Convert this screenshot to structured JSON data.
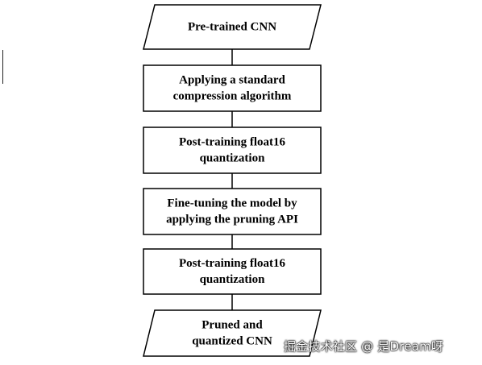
{
  "diagram": {
    "nodes": [
      {
        "id": "n1",
        "shape": "parallelogram",
        "lines": [
          "Pre-trained CNN"
        ]
      },
      {
        "id": "n2",
        "shape": "rect",
        "lines": [
          "Applying a standard",
          "compression algorithm"
        ]
      },
      {
        "id": "n3",
        "shape": "rect",
        "lines": [
          "Post-training float16",
          "quantization"
        ]
      },
      {
        "id": "n4",
        "shape": "rect",
        "lines": [
          "Fine-tuning the model by",
          "applying the pruning API"
        ]
      },
      {
        "id": "n5",
        "shape": "rect",
        "lines": [
          "Post-training float16",
          "quantization"
        ]
      },
      {
        "id": "n6",
        "shape": "parallelogram",
        "lines": [
          "Pruned and",
          "quantized CNN"
        ]
      }
    ],
    "edges": [
      {
        "from": "n1",
        "to": "n2"
      },
      {
        "from": "n2",
        "to": "n3"
      },
      {
        "from": "n3",
        "to": "n4"
      },
      {
        "from": "n4",
        "to": "n5"
      },
      {
        "from": "n5",
        "to": "n6"
      }
    ],
    "colors": {
      "stroke": "#000000",
      "fill": "#ffffff",
      "text": "#000000"
    }
  },
  "watermark": {
    "text": "掘金技术社区 @ 是Dream呀"
  }
}
